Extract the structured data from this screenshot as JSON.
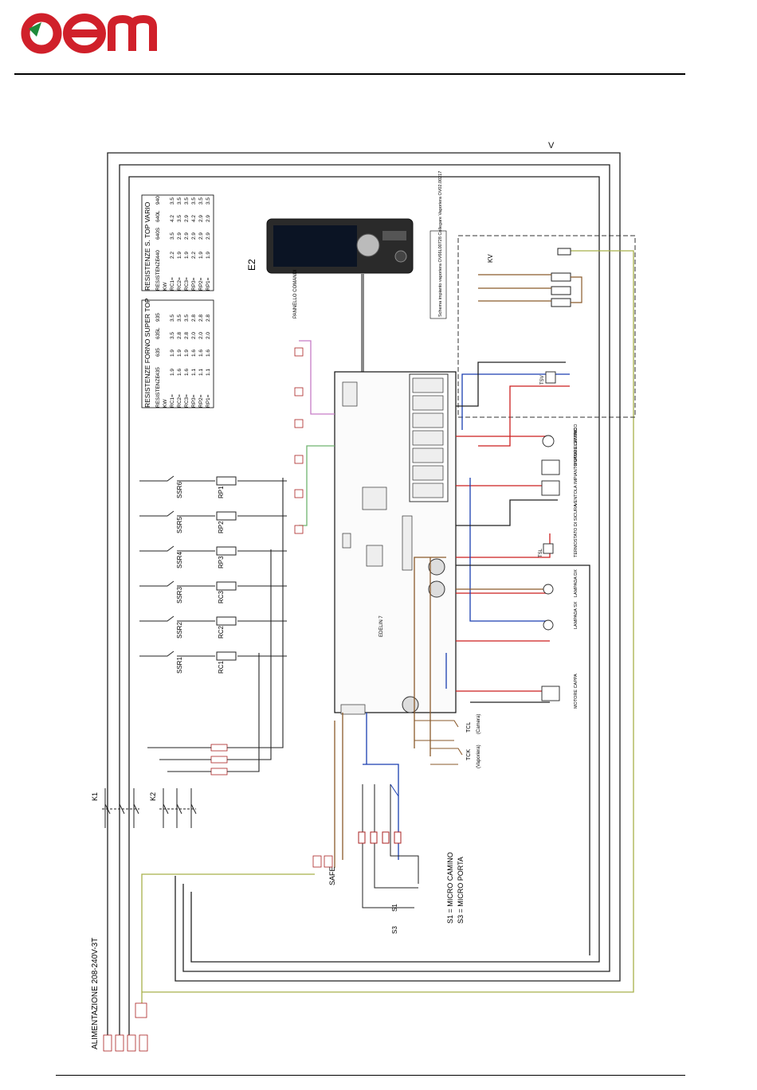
{
  "header": {
    "logo_text": "oem",
    "corner_mark": "V"
  },
  "colors": {
    "brand_red": "#d0202a",
    "brand_green": "#1f8a3a",
    "wire_red": "#cc1f1f",
    "wire_blue": "#1a3fb0",
    "wire_brown": "#8a5a2b",
    "wire_yellow_green": "#a8b04a",
    "wire_black": "#222222"
  },
  "labels": {
    "power_supply": "ALIMENTAZIONE 208-240V-3T",
    "k1": "K1",
    "k2": "K2",
    "safe": "SAFE",
    "s1": "S1",
    "s3": "S3",
    "legend_s1": "S1 = MICRO CAMINO",
    "legend_s3": "S3 = MICRO PORTA",
    "e2": "E2",
    "panel": "PANNELLO COMANDI",
    "kv": "KV",
    "tcl": "TCL",
    "tcl_desc": "(Camera)",
    "tck": "TCK",
    "tck_desc": "(Vaporiera)",
    "motore_camino": "MOTORE CAMINO",
    "ventola": "VENTOLA IMPIANTO VANO ELETTRICO",
    "termostato": "TERMOSTATO DI SICURA",
    "lampada_dx": "LAMPADA DX",
    "lampada_sx": "LAMPADA SX",
    "motore_cappa": "MOTORE CAPPA",
    "tsv": "TSV",
    "tsl": "TSL",
    "vapor_note": "Schema impianto vaporiera OV66L00728 Collegare Vaporiera OV02.00217",
    "board": "EDELIN 7"
  },
  "ssr": [
    "SSR6",
    "SSR5",
    "SSR4",
    "SSR3",
    "SSR2",
    "SSR1"
  ],
  "resistors": [
    "RP1",
    "RP2",
    "RP3",
    "RC3",
    "RC2",
    "RC1"
  ],
  "table_super_top": {
    "title": "RESISTENZE FORNO SUPER TOP",
    "header": [
      "RESISTENZE",
      "435",
      "635",
      "635L",
      "935"
    ],
    "rows": [
      [
        "KW",
        "",
        "",
        "",
        ""
      ],
      [
        "RC1=",
        "1.9",
        "1.9",
        "3.5",
        "3.5"
      ],
      [
        "RC2=",
        "1.6",
        "1.9",
        "2.8",
        "3.5"
      ],
      [
        "RC3=",
        "1.6",
        "1.9",
        "2.8",
        "3.5"
      ],
      [
        "RP3=",
        "1.1",
        "1.6",
        "2.0",
        "2.8"
      ],
      [
        "RP2=",
        "1.1",
        "1.6",
        "2.0",
        "2.8"
      ],
      [
        "RP1=",
        "1.1",
        "1.6",
        "2.0",
        "2.8"
      ]
    ]
  },
  "table_top_vario": {
    "title": "RESISTENZE S. TOP VARIO",
    "header": [
      "RESISTENZE",
      "440",
      "640S",
      "640L",
      "940"
    ],
    "rows": [
      [
        "KW",
        "",
        "",
        "",
        ""
      ],
      [
        "RC1=",
        "2.2",
        "3.5",
        "4.2",
        "3.5"
      ],
      [
        "RC2=",
        "1.9",
        "2.9",
        "3.5",
        "3.5"
      ],
      [
        "RC3=",
        "1.9",
        "2.9",
        "2.9",
        "3.5"
      ],
      [
        "RP3=",
        "2.2",
        "2.9",
        "4.2",
        "3.5"
      ],
      [
        "RP2=",
        "1.9",
        "2.9",
        "2.9",
        "3.5"
      ],
      [
        "RP1=",
        "1.9",
        "2.9",
        "2.9",
        "3.5"
      ]
    ]
  }
}
